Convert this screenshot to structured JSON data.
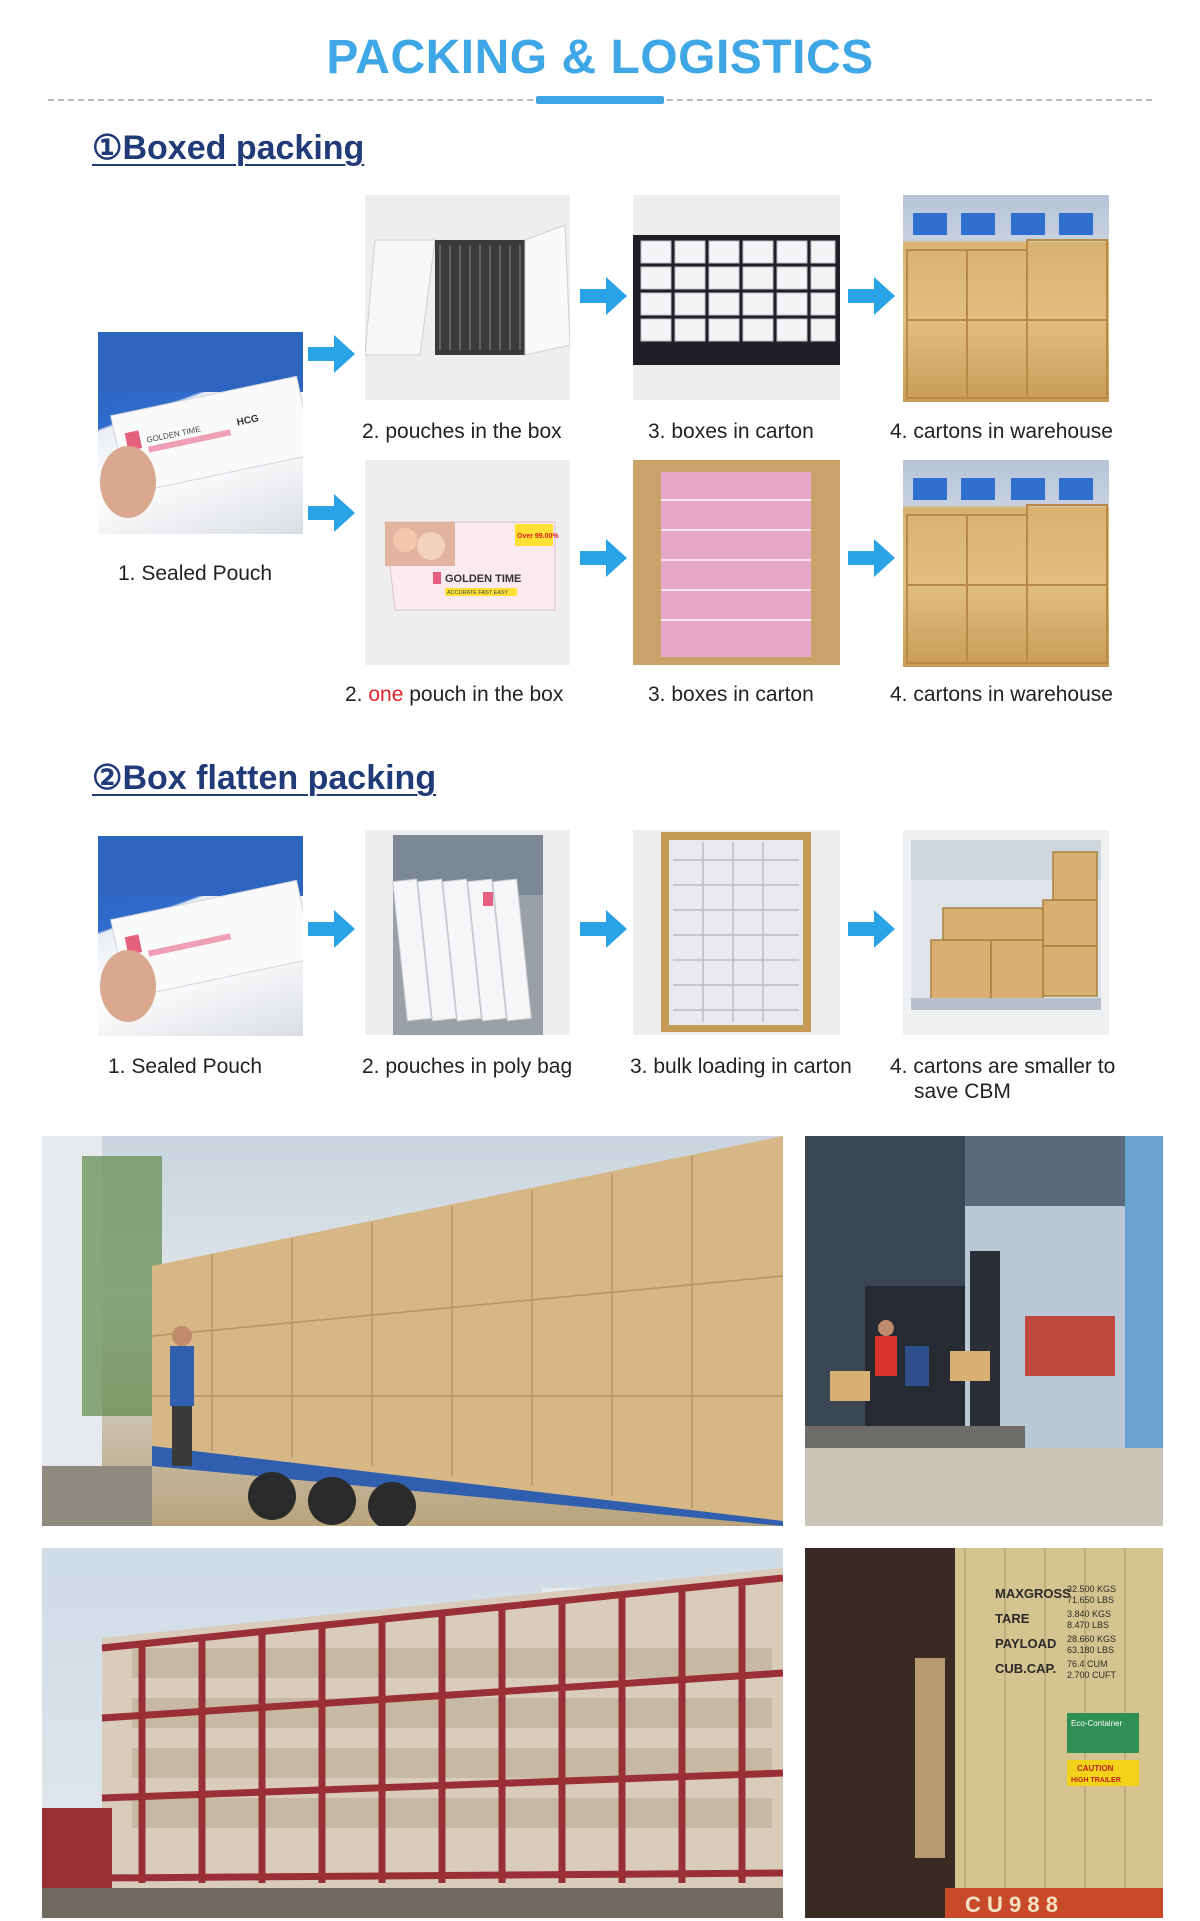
{
  "header": {
    "title": "PACKING & LOGISTICS"
  },
  "section1": {
    "heading": "①Boxed packing",
    "row1": {
      "captions": [
        "2. pouches in the box",
        "3. boxes  in carton",
        "4. cartons in warehouse"
      ]
    },
    "row2": {
      "caption2_prefix": "2.",
      "caption2_highlight": "one",
      "caption2_suffix": "pouch in the box",
      "captions": [
        "3. boxes  in carton",
        "4. cartons in warehouse"
      ]
    },
    "sealed_caption": "1. Sealed Pouch"
  },
  "section2": {
    "heading": "②Box flatten packing",
    "captions": [
      "1. Sealed Pouch",
      "2. pouches in poly bag",
      "3. bulk loading in carton",
      "4. cartons are smaller to",
      "save CBM"
    ]
  },
  "product": {
    "brand": "GOLDEN TIME",
    "test": "HCG",
    "badge": "Over 99.00%",
    "tagline": "ACCURATE FAST EASY"
  },
  "container": {
    "labels": [
      "MAXGROSS",
      "TARE",
      "PAYLOAD",
      "CUB.CAP."
    ],
    "values": [
      "32.500 KGS",
      "3.840 KGS",
      "28.660 KGS",
      "76.4 CUM"
    ],
    "values_alt": [
      "71.650 LBS",
      "8.470 LBS",
      "63.180 LBS",
      "2.700 CUFT"
    ],
    "eco": "Eco-Container",
    "caution_line1": "CAUTION",
    "caution_line2": "HIGH TRAILER",
    "code": "C U 9 8 8"
  },
  "colors": {
    "title": "#3fa7e6",
    "heading": "#213b78",
    "arrow": "#2aa3e6",
    "highlight": "#e0242a"
  }
}
